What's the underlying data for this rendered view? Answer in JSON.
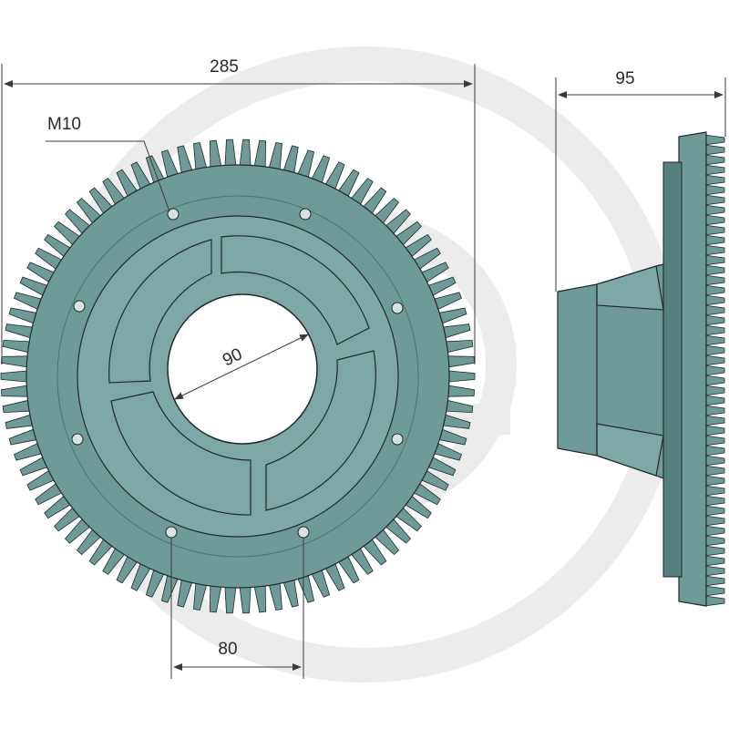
{
  "drawing": {
    "part_color": "#6e9a98",
    "line_color": "#3a3a3a",
    "watermark_color": "#e6e6e6"
  },
  "dimensions": {
    "overall_diameter": "285",
    "thread": "M10",
    "bore_diameter": "90",
    "bolt_spacing": "80",
    "hub_depth": "95"
  }
}
